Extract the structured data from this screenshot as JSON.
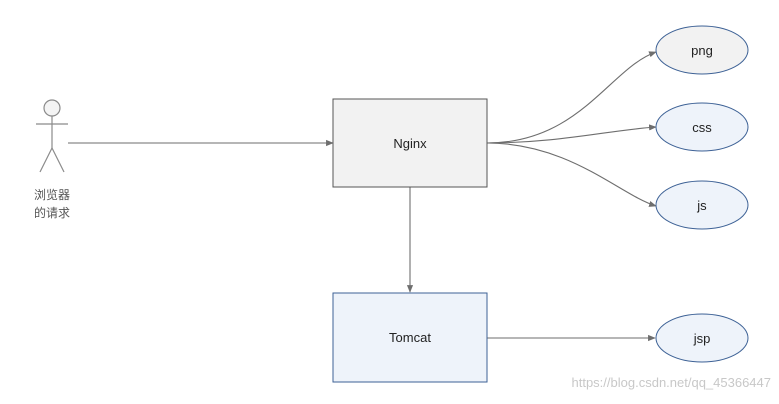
{
  "actor": {
    "label_line1": "浏览器",
    "label_line2": "的请求"
  },
  "nodes": {
    "nginx": {
      "label": "Nginx"
    },
    "tomcat": {
      "label": "Tomcat"
    },
    "png": {
      "label": "png"
    },
    "css": {
      "label": "css"
    },
    "js": {
      "label": "js"
    },
    "jsp": {
      "label": "jsp"
    }
  },
  "watermark": "https://blog.csdn.net/qq_45366447",
  "colors": {
    "line": "#6e6e6e",
    "nginx_fill": "#f2f2f2",
    "nginx_border": "#555555",
    "tomcat_fill": "#eef3fa",
    "tomcat_border": "#3e6296",
    "ellipse_gray_fill": "#f2f2f2",
    "ellipse_blue_fill": "#eef3fa",
    "ellipse_border": "#3e6296"
  }
}
